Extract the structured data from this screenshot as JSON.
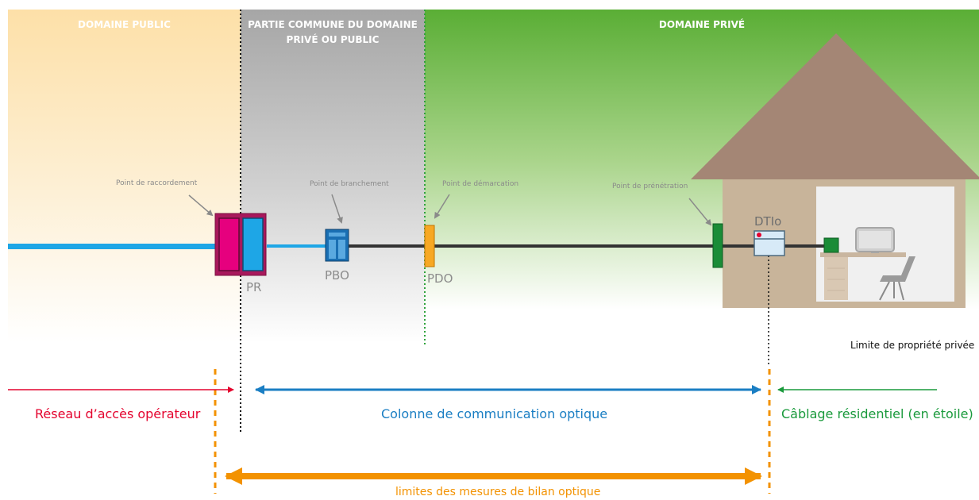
{
  "zones": {
    "public": "DOMAINE PUBLIC",
    "common_line1": "PARTIE COMMUNE DU DOMAINE",
    "common_line2": "PRIVÉ OU PUBLIC",
    "private": "DOMAINE PRIVÉ"
  },
  "callouts": {
    "raccordement": "Point de raccordement",
    "branchement": "Point de branchement",
    "demarcation": "Point de démarcation",
    "penetration": "Point de prénétration"
  },
  "devices": {
    "pr": "PR",
    "pbo": "PBO",
    "pdo": "PDO",
    "dtio": "DTIo"
  },
  "limite_propriete": "Limite de propriété privée",
  "sections": {
    "reseau": "Réseau d’accès opérateur",
    "colonne": "Colonne de communication optique",
    "cablage": "Câblage résidentiel (en étoile)",
    "mesures": "limites des mesures de bilan optique"
  },
  "colors": {
    "red": "#e4032e",
    "blue": "#1a7ec3",
    "green": "#1a9a3c",
    "orange": "#f39200",
    "magenta": "#e6007e",
    "cyan": "#1ea6e6"
  }
}
